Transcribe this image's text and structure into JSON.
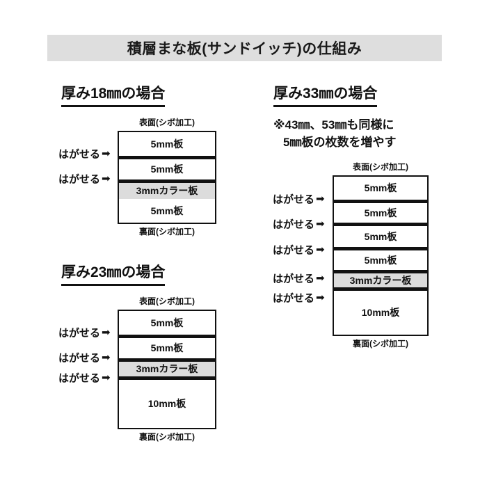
{
  "header": {
    "title": "積層まな板(サンドイッチ)の仕組み",
    "band_color": "#dedede"
  },
  "labels": {
    "peel": "はがせる",
    "peel_arrow": "➡",
    "surface_top": "表面(シボ加工)",
    "surface_bottom": "裏面(シボ加工)"
  },
  "colors": {
    "colored_layer": "#dcdcdc",
    "line": "#111111",
    "background": "#ffffff"
  },
  "sections": [
    {
      "id": "thickness-18",
      "heading": "厚み18㎜の場合",
      "top_face": "表面(シボ加工)",
      "bottom_face": "裏面(シボ加工)",
      "layers": [
        {
          "label": "5mm板",
          "colored": false,
          "peelable_above": false
        },
        {
          "label": "5mm板",
          "colored": false,
          "peelable_above": true
        },
        {
          "label": "3mmカラー板",
          "colored": true,
          "peelable_above": true
        },
        {
          "label": "5mm板",
          "colored": false,
          "peelable_above": false
        }
      ]
    },
    {
      "id": "thickness-23",
      "heading": "厚み23㎜の場合",
      "top_face": "表面(シボ加工)",
      "bottom_face": "裏面(シボ加工)",
      "layers": [
        {
          "label": "5mm板",
          "colored": false,
          "peelable_above": false
        },
        {
          "label": "5mm板",
          "colored": false,
          "peelable_above": true
        },
        {
          "label": "3mmカラー板",
          "colored": true,
          "peelable_above": true
        },
        {
          "label": "10mm板",
          "colored": false,
          "peelable_above": true
        }
      ]
    },
    {
      "id": "thickness-33",
      "heading": "厚み33㎜の場合",
      "note_line_1": "※43㎜、53㎜も同様に",
      "note_line_2": "5㎜板の枚数を増やす",
      "top_face": "表面(シボ加工)",
      "bottom_face": "裏面(シボ加工)",
      "layers": [
        {
          "label": "5mm板",
          "colored": false,
          "peelable_above": false
        },
        {
          "label": "5mm板",
          "colored": false,
          "peelable_above": true
        },
        {
          "label": "5mm板",
          "colored": false,
          "peelable_above": true
        },
        {
          "label": "5mm板",
          "colored": false,
          "peelable_above": true
        },
        {
          "label": "3mmカラー板",
          "colored": true,
          "peelable_above": true
        },
        {
          "label": "10mm板",
          "colored": false,
          "peelable_above": true
        }
      ]
    }
  ]
}
